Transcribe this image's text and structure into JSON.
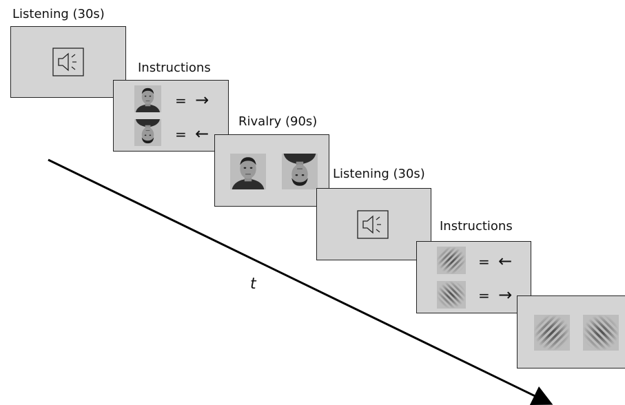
{
  "steps": [
    {
      "title": "Listening (30s)",
      "icon": "speaker-icon"
    },
    {
      "title": "Instructions",
      "rows": [
        {
          "stimulus": "upright-face",
          "equals": "=",
          "arrow": "→"
        },
        {
          "stimulus": "inverted-face",
          "equals": "=",
          "arrow": "←"
        }
      ]
    },
    {
      "title": "Rivalry (90s)",
      "stimuli": [
        "upright-face",
        "inverted-face"
      ]
    },
    {
      "title": "Listening (30s)",
      "icon": "speaker-icon"
    },
    {
      "title": "Instructions",
      "rows": [
        {
          "stimulus": "grating-left-tilt",
          "equals": "=",
          "arrow": "←"
        },
        {
          "stimulus": "grating-right-tilt",
          "equals": "=",
          "arrow": "→"
        }
      ]
    },
    {
      "title": "",
      "stimuli": [
        "grating-left-tilt",
        "grating-right-tilt"
      ]
    }
  ],
  "timeline": {
    "label": "t"
  },
  "colors": {
    "panel": "#d4d4d4",
    "border": "#222222",
    "stimulus_bg": "#b9b9b9"
  }
}
